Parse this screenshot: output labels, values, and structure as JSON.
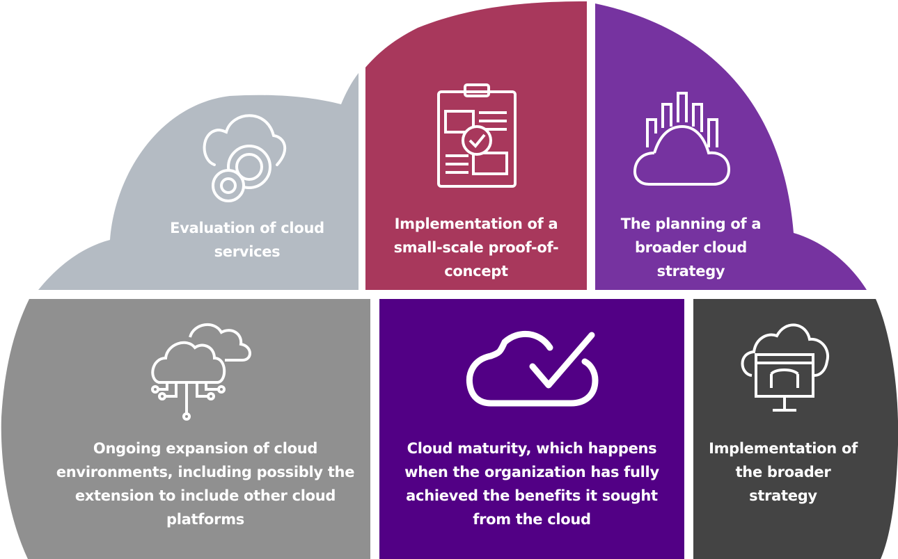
{
  "colors": {
    "evaluation": "#b4bbc3",
    "proof_of_concept": "#a8385c",
    "planning": "#7633a0",
    "expansion": "#909090",
    "maturity": "#520085",
    "implementation": "#444444"
  },
  "segments": [
    {
      "icon": "cloud-gears-icon",
      "text": "Evaluation of cloud services"
    },
    {
      "icon": "clipboard-check-icon",
      "text": "Implementation of a small-scale proof-of-concept"
    },
    {
      "icon": "cloud-bars-icon",
      "text": "The planning of a broader cloud strategy"
    },
    {
      "icon": "cloud-network-icon",
      "text": "Ongoing expansion of cloud environments, including possibly the extension to include other cloud platforms"
    },
    {
      "icon": "cloud-check-icon",
      "text": "Cloud maturity, which happens when the organization has fully achieved the benefits it sought from the cloud"
    },
    {
      "icon": "cloud-monitor-icon",
      "text": "Implementation of the broader strategy"
    }
  ]
}
